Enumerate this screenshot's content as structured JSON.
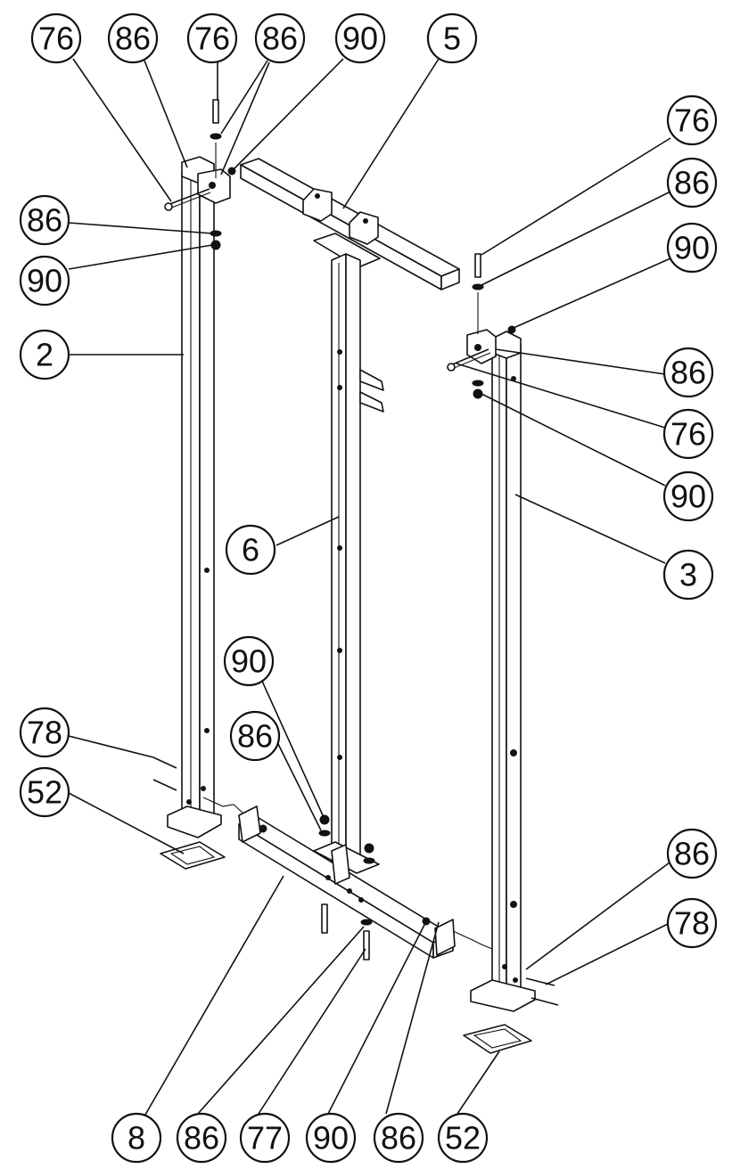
{
  "callouts": [
    {
      "id": "c1",
      "text": "76"
    },
    {
      "id": "c2",
      "text": "86"
    },
    {
      "id": "c3",
      "text": "76"
    },
    {
      "id": "c4",
      "text": "86"
    },
    {
      "id": "c5",
      "text": "90"
    },
    {
      "id": "c6",
      "text": "5"
    },
    {
      "id": "c7",
      "text": "86"
    },
    {
      "id": "c8",
      "text": "90"
    },
    {
      "id": "c9",
      "text": "2"
    },
    {
      "id": "c10",
      "text": "76"
    },
    {
      "id": "c11",
      "text": "86"
    },
    {
      "id": "c12",
      "text": "90"
    },
    {
      "id": "c13",
      "text": "86"
    },
    {
      "id": "c14",
      "text": "76"
    },
    {
      "id": "c15",
      "text": "90"
    },
    {
      "id": "c16",
      "text": "3"
    },
    {
      "id": "c17",
      "text": "6"
    },
    {
      "id": "c18",
      "text": "90"
    },
    {
      "id": "c19",
      "text": "86"
    },
    {
      "id": "c20",
      "text": "78"
    },
    {
      "id": "c21",
      "text": "52"
    },
    {
      "id": "c22",
      "text": "86"
    },
    {
      "id": "c23",
      "text": "78"
    },
    {
      "id": "c24",
      "text": "8"
    },
    {
      "id": "c25",
      "text": "86"
    },
    {
      "id": "c26",
      "text": "77"
    },
    {
      "id": "c27",
      "text": "90"
    },
    {
      "id": "c28",
      "text": "86"
    },
    {
      "id": "c29",
      "text": "52"
    }
  ]
}
